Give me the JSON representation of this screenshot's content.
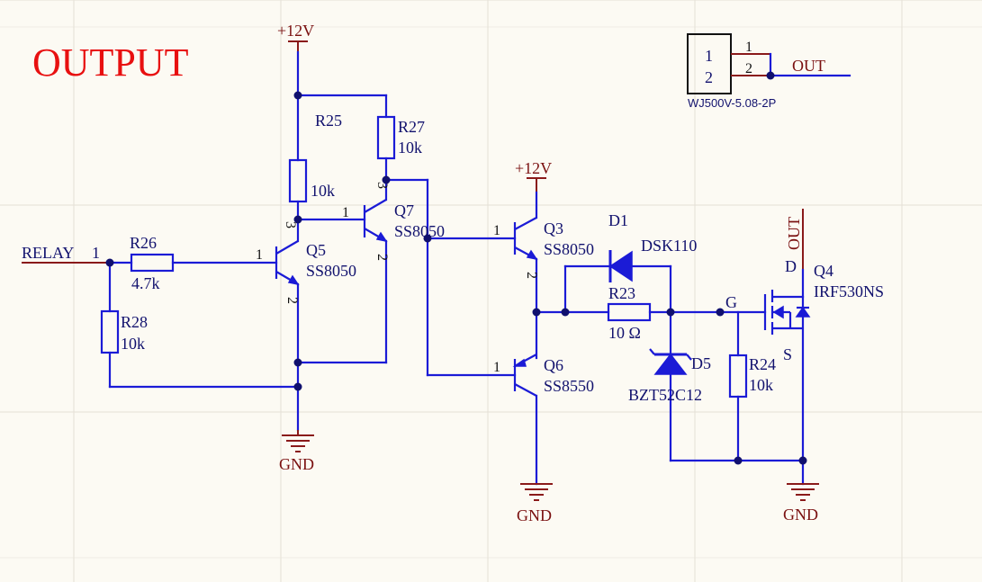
{
  "title": "OUTPUT",
  "power": {
    "vcc": "+12V",
    "gnd": "GND"
  },
  "nets": {
    "relay": "RELAY",
    "out": "OUT",
    "gate": "G",
    "source": "S"
  },
  "connector": {
    "pin1": "1",
    "pin2": "2",
    "part": "WJ500V-5.08-2P"
  },
  "components": {
    "r25": {
      "ref": "R25",
      "value": "10k"
    },
    "r26": {
      "ref": "R26",
      "value": "4.7k"
    },
    "r27": {
      "ref": "R27",
      "value": "10k"
    },
    "r28": {
      "ref": "R28",
      "value": "10k"
    },
    "r23": {
      "ref": "R23",
      "value": "10 Ω"
    },
    "r24": {
      "ref": "R24",
      "value": "10k"
    },
    "q5": {
      "ref": "Q5",
      "value": "SS8050"
    },
    "q7": {
      "ref": "Q7",
      "value": "SS8050"
    },
    "q3": {
      "ref": "Q3",
      "value": "SS8050"
    },
    "q6": {
      "ref": "Q6",
      "value": "SS8550"
    },
    "q4": {
      "ref": "Q4",
      "value": "IRF530NS"
    },
    "d1": {
      "ref": "D1",
      "value": "DSK110"
    },
    "d5": {
      "ref": "D5",
      "value": "BZT52C12"
    }
  },
  "pins": {
    "p1": "1",
    "p2": "2",
    "p3": "3"
  },
  "colors": {
    "wire": "#1b1bd6",
    "power": "#8a1a1a",
    "title": "#e81010",
    "label": "#12126e"
  }
}
